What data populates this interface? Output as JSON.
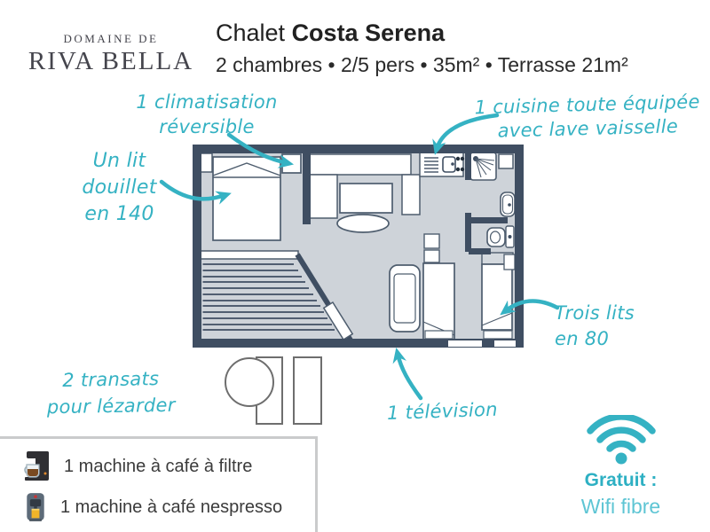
{
  "brand": {
    "name_top": "DOMAINE DE",
    "name_bottom": "RIVA BELLA"
  },
  "header": {
    "title_prefix": "Chalet",
    "title_name": "Costa Serena",
    "subtitle": "2 chambres • 2/5 pers • 35m² • Terrasse 21m²"
  },
  "annotations": {
    "climatisation": "1 climatisation\nréversible",
    "cuisine": "1 cuisine toute équipée\navec lave vaisselle",
    "lit_double": "Un lit\ndouillet\nen 140",
    "trois_lits": "Trois lits\nen 80",
    "television": "1 télévision",
    "transats": "2 transats\npour lézarder"
  },
  "equipment": {
    "items": [
      {
        "icon": "filter-coffee-machine-icon",
        "label": "1 machine à café à filtre"
      },
      {
        "icon": "nespresso-machine-icon",
        "label": "1 machine à café nespresso"
      }
    ]
  },
  "wifi": {
    "title": "Gratuit :",
    "subtitle": "Wifi fibre"
  },
  "colors": {
    "teal": "#35b2c3",
    "wall": "#3f4e62",
    "floor": "#ced3d9"
  }
}
